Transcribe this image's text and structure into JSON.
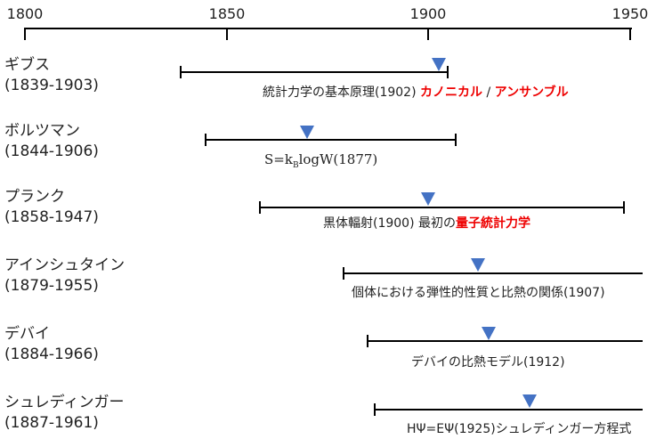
{
  "axis": {
    "ticks": [
      "1800",
      "1850",
      "1900",
      "1950"
    ]
  },
  "people": [
    {
      "name": "ギブス",
      "years": "(1839-1903)",
      "event_year": 1902,
      "label": "統計力学の基本原理(1902) ",
      "label_red1": "カノニカル",
      "sep": " / ",
      "label_red2": "アンサンブル"
    },
    {
      "name": "ボルツマン",
      "years": "(1844-1906)",
      "event_year": 1877,
      "label_s": "S=k",
      "label_sub": "B",
      "label_rest": "logW(1877)"
    },
    {
      "name": "プランク",
      "years": "(1858-1947)",
      "event_year": 1900,
      "label": "黒体輻射(1900) 最初の",
      "label_red1": "量子統計力学"
    },
    {
      "name": "アインシュタイン",
      "years": "(1879-1955)",
      "event_year": 1907,
      "label": "個体における弾性的性質と比熱の関係(1907)"
    },
    {
      "name": "デバイ",
      "years": "(1884-1966)",
      "event_year": 1912,
      "label": "デバイの比熱モデル(1912)"
    },
    {
      "name": "シュレディンガー",
      "years": "(1887-1961)",
      "event_year": 1925,
      "label": "HΨ=EΨ(1925)シュレディンガー方程式"
    }
  ],
  "colors": {
    "marker": "#4472c4",
    "highlight": "#e00000"
  }
}
